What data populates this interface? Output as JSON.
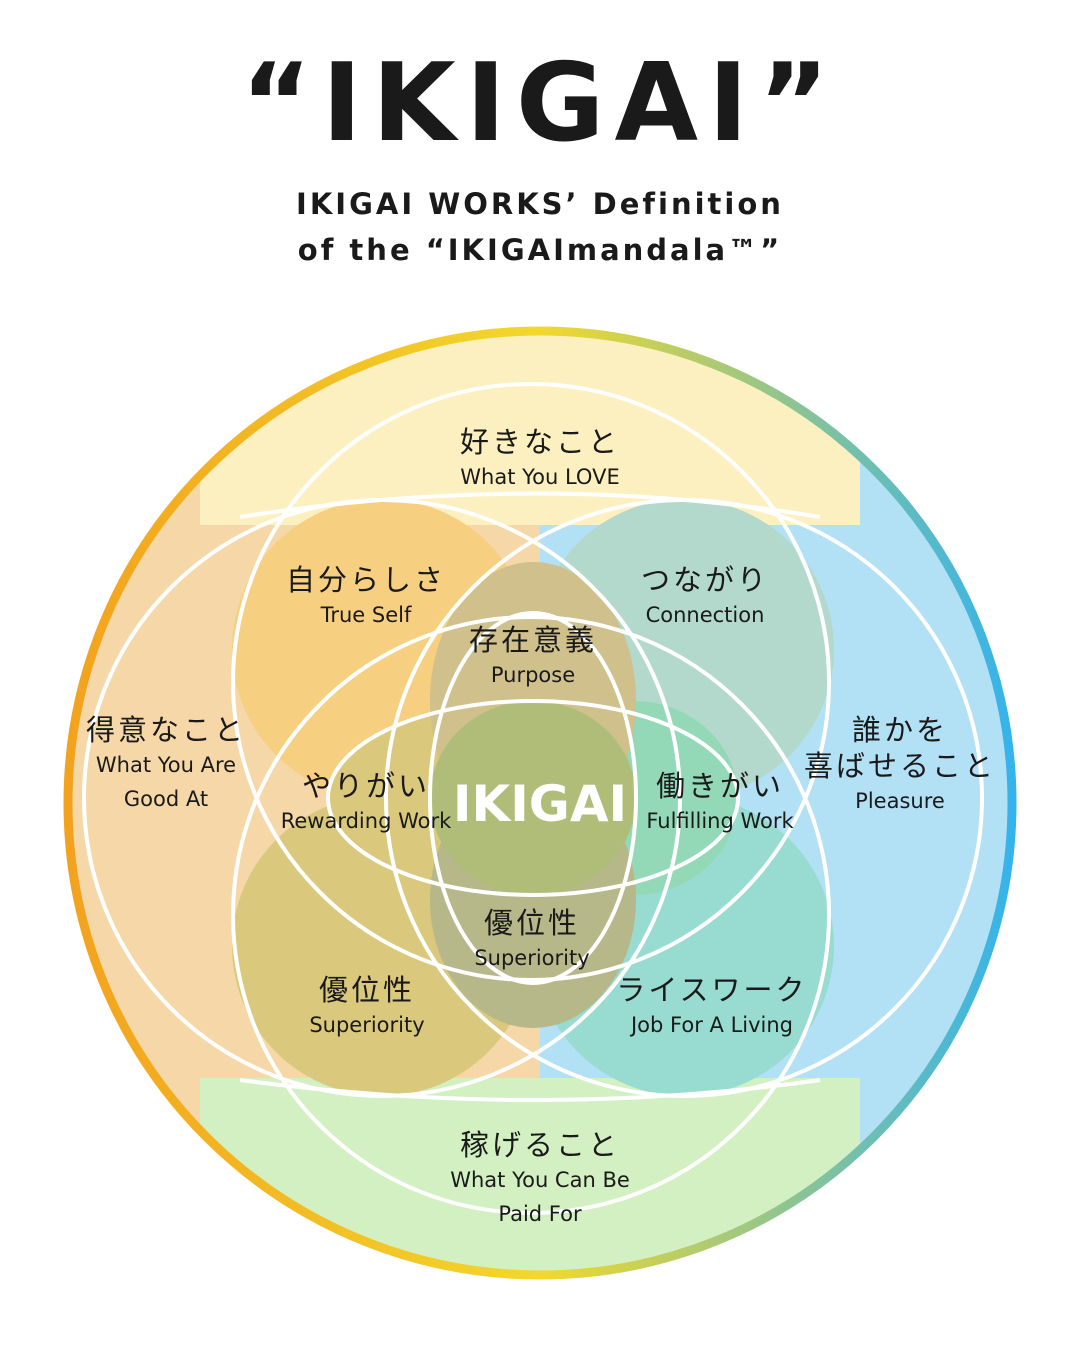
{
  "header": {
    "title": "“IKIGAI”",
    "subtitle_line1": "IKIGAI WORKS’ Definition",
    "subtitle_line2": "of the “IKIGAImandala™”"
  },
  "colors": {
    "love": "#fdf0c0",
    "good_at": "#f6d8a8",
    "pleasure": "#b2e0f5",
    "paid": "#d2f0c2",
    "true_self": "#f7cf80",
    "connection": "#b2d9cc",
    "rewarding": "#dac87c",
    "job": "#98dbd0",
    "purpose": "#cfc08c",
    "fulfilling": "#93d9b8",
    "superiority_inner": "#b7b88a",
    "center": "#b0bd78",
    "ring_start": "#f3a21d",
    "ring_mid": "#f2d82c",
    "ring_end": "#35b3ec"
  },
  "labels": {
    "love": {
      "jp": "好きなこと",
      "en": "What You LOVE"
    },
    "true_self": {
      "jp": "自分らしさ",
      "en": "True Self"
    },
    "connection": {
      "jp": "つながり",
      "en": "Connection"
    },
    "purpose": {
      "jp": "存在意義",
      "en": "Purpose"
    },
    "good_at": {
      "jp": "得意なこと",
      "en1": "What You Are",
      "en2": "Good At"
    },
    "pleasure": {
      "jp1": "誰かを",
      "jp2": "喜ばせること",
      "en": "Pleasure"
    },
    "rewarding": {
      "jp": "やりがい",
      "en": "Rewarding Work"
    },
    "center": "IKIGAI",
    "fulfilling": {
      "jp": "働きがい",
      "en": "Fulfilling Work"
    },
    "superiority_inner": {
      "jp": "優位性",
      "en": "Superiority"
    },
    "superiority_outer": {
      "jp": "優位性",
      "en": "Superiority"
    },
    "job": {
      "jp": "ライスワーク",
      "en": "Job For A Living"
    },
    "paid": {
      "jp": "稼げること",
      "en1": "What You Can Be",
      "en2": "Paid For"
    }
  }
}
